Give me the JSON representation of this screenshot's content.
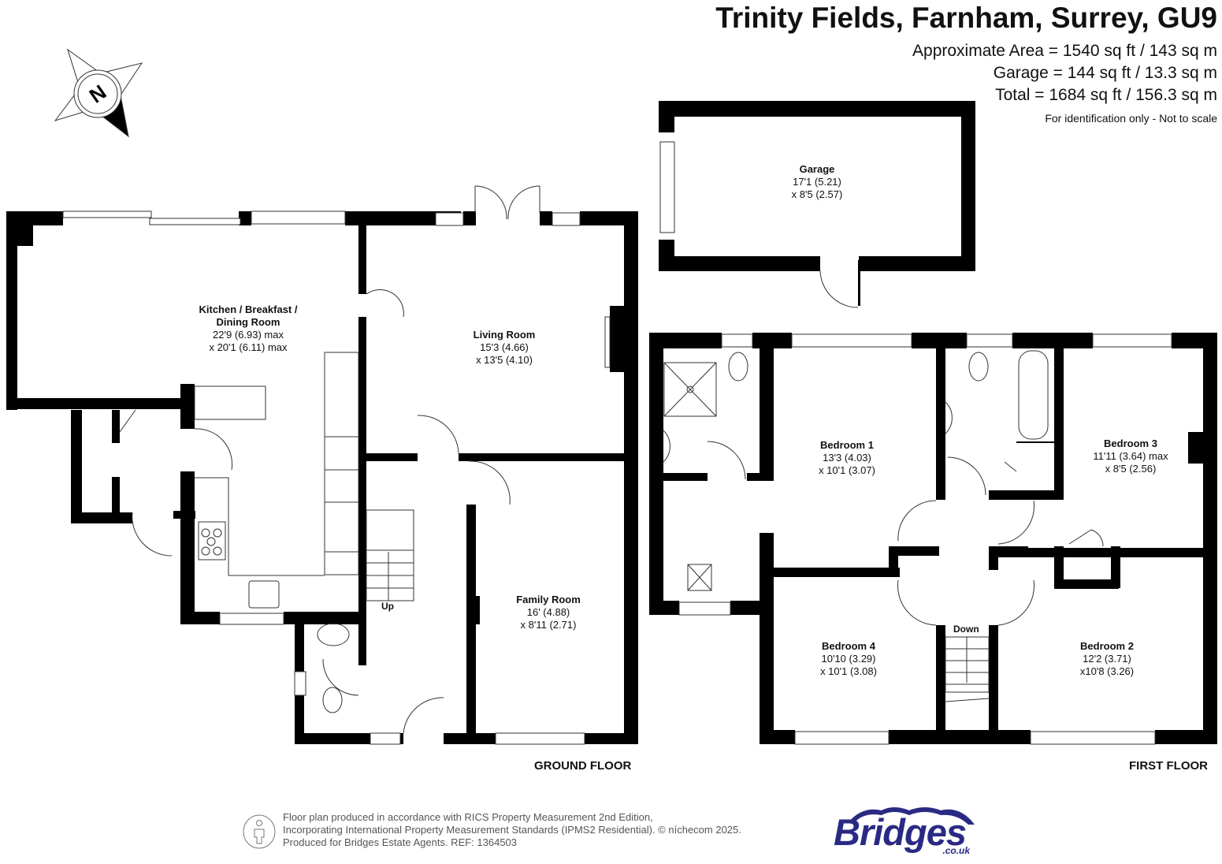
{
  "header": {
    "title": "Trinity Fields, Farnham, Surrey, GU9",
    "areas": [
      "Approximate Area = 1540 sq ft / 143 sq m",
      "Garage = 144 sq ft / 13.3 sq m",
      "Total = 1684 sq ft / 156.3 sq m"
    ],
    "note": "For identification only - Not to scale"
  },
  "compass": {
    "label": "N",
    "icon": "north-compass-icon"
  },
  "ground_floor": {
    "label": "GROUND FLOOR",
    "stairs_label": "Up",
    "rooms": [
      {
        "name": "Kitchen / Breakfast /",
        "name2": "Dining Room",
        "dim1": "22'9 (6.93) max",
        "dim2": "x 20'1 (6.11) max"
      },
      {
        "name": "Living Room",
        "dim1": "15'3 (4.66)",
        "dim2": "x 13'5 (4.10)"
      },
      {
        "name": "Family Room",
        "dim1": "16' (4.88)",
        "dim2": "x 8'11 (2.71)"
      }
    ]
  },
  "garage": {
    "name": "Garage",
    "dim1": "17'1 (5.21)",
    "dim2": "x 8'5 (2.57)"
  },
  "first_floor": {
    "label": "FIRST FLOOR",
    "stairs_label": "Down",
    "rooms": [
      {
        "name": "Bedroom 1",
        "dim1": "13'3 (4.03)",
        "dim2": "x 10'1 (3.07)"
      },
      {
        "name": "Bedroom 3",
        "dim1": "11'11 (3.64) max",
        "dim2": "x 8'5 (2.56)"
      },
      {
        "name": "Bedroom 4",
        "dim1": "10'10 (3.29)",
        "dim2": "x 10'1 (3.08)"
      },
      {
        "name": "Bedroom 2",
        "dim1": "12'2 (3.71)",
        "dim2": "x10'8 (3.26)"
      }
    ]
  },
  "footer": {
    "lines": [
      "Floor plan produced in accordance with RICS Property Measurement 2nd Edition,",
      "Incorporating International Property Measurement Standards (IPMS2 Residential).   © níchecom 2025.",
      "Produced for Bridges Estate Agents.   REF: 1364503"
    ],
    "logo_text": "Bridges",
    "logo_domain": ".co.uk",
    "logo_color": "#2a2a84"
  }
}
